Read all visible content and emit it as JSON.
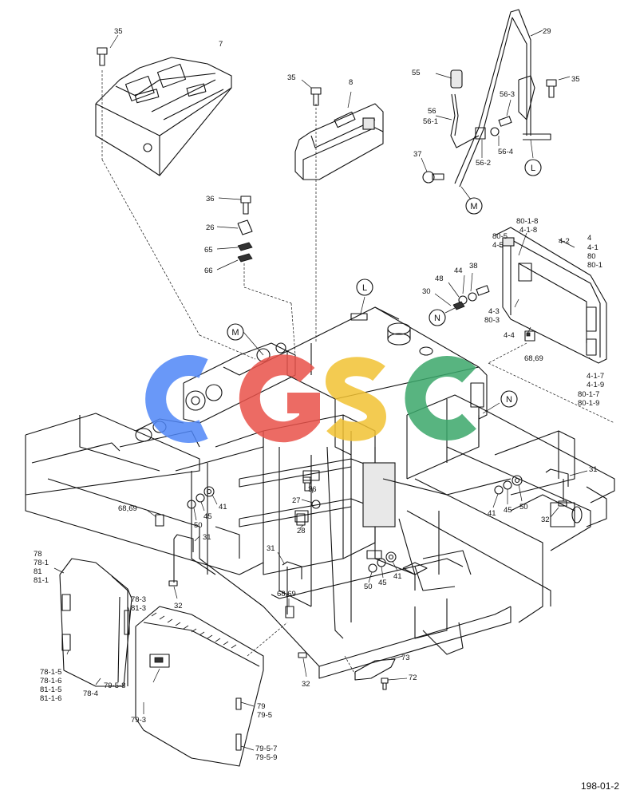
{
  "watermark": {
    "text": "CGSC",
    "colors": [
      "#4f86f7",
      "#e9524a",
      "#f2c233",
      "#3ba86b"
    ]
  },
  "diagram_code": "198-01-2",
  "refs": [
    "M",
    "L",
    "N",
    "L",
    "M",
    "N"
  ],
  "labels": [
    "35",
    "7",
    "35",
    "8",
    "55",
    "56",
    "56-1",
    "56-3",
    "56-4",
    "56-2",
    "29",
    "35",
    "37",
    "36",
    "26",
    "65",
    "66",
    "80-1-8",
    "4-1-8",
    "80-5",
    "4-5",
    "4-2",
    "4",
    "4-1",
    "80",
    "80-1",
    "44",
    "38",
    "48",
    "30",
    "4-3",
    "80-3",
    "4-4",
    "68,69",
    "4-1-7",
    "4-1-9",
    "80-1-7",
    "80-1-9",
    "31",
    "41",
    "45",
    "50",
    "32",
    "68,69",
    "41",
    "45",
    "50",
    "31",
    "36",
    "27",
    "28",
    "31",
    "32",
    "68,69",
    "50",
    "45",
    "41",
    "78",
    "78-1",
    "81",
    "81-1",
    "78-3",
    "81-3",
    "78-1-5",
    "78-1-6",
    "81-1-5",
    "81-1-6",
    "78-4",
    "79-5-8",
    "79-3",
    "79",
    "79-5",
    "79-5-7",
    "79-5-9",
    "73",
    "72",
    "32"
  ]
}
